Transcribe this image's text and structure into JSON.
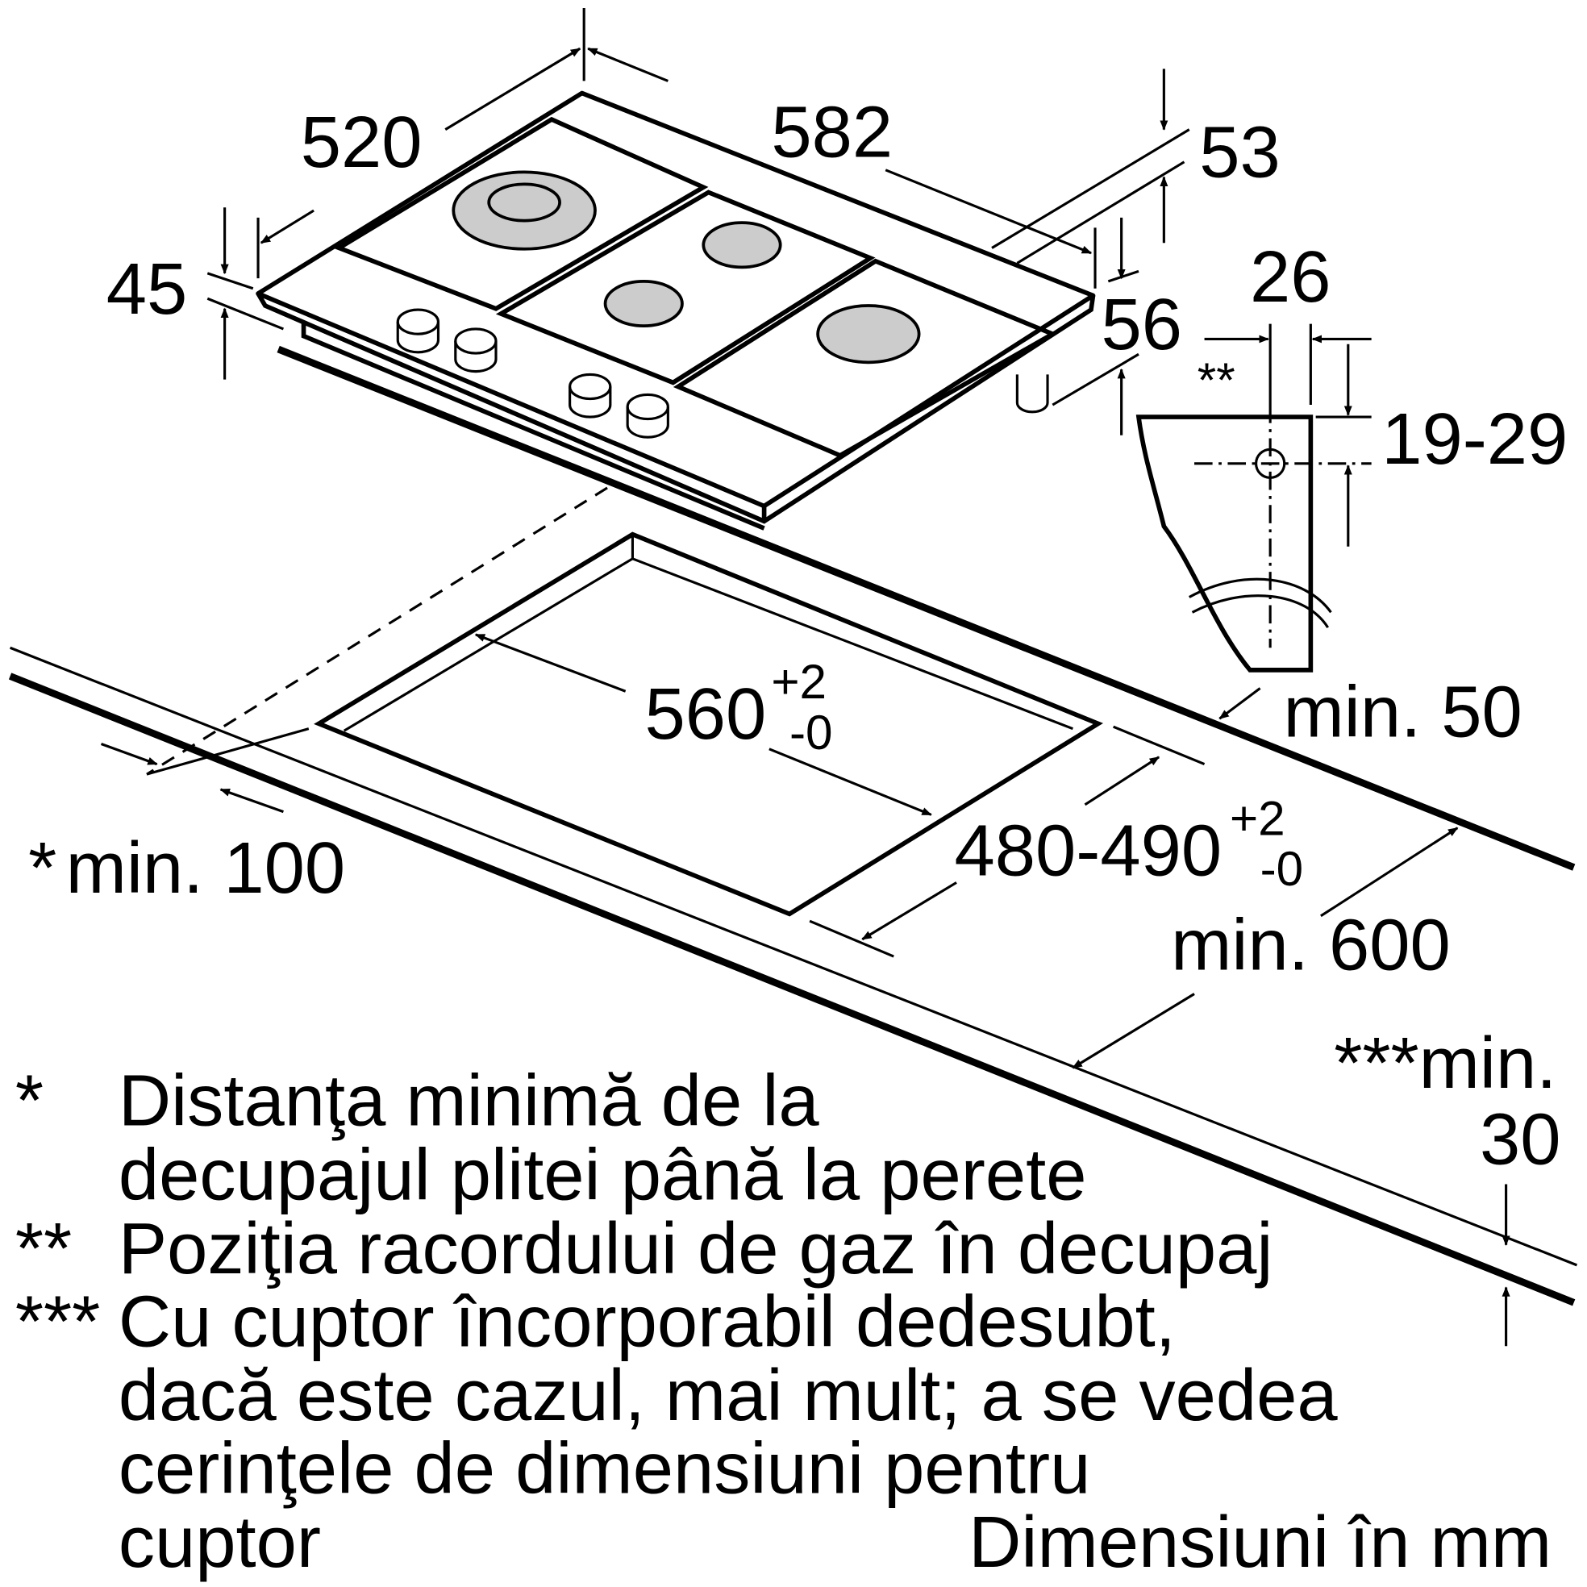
{
  "dimensions": {
    "depth": "520",
    "width": "582",
    "height_back": "53",
    "height_front": "45",
    "gas_offset_horizontal": "26",
    "height_total": "56",
    "gas_marker": "**",
    "gas_offset_vertical": "19-29",
    "cutout_width": "560",
    "cutout_width_tol_plus": "+2",
    "cutout_width_tol_minus": "-0",
    "wall_back": "min. 50",
    "wall_side_star": "*",
    "wall_side": "min. 100",
    "cutout_depth": "480-490",
    "cutout_depth_tol_plus": "+2",
    "cutout_depth_tol_minus": "-0",
    "worktop_depth": "min. 600",
    "worktop_thickness_stars": "***",
    "worktop_thickness_label": "min.",
    "worktop_thickness_value": "30"
  },
  "legend": [
    {
      "marker": "*",
      "lines": [
        "Distanţa minimă de la",
        "decupajul plitei până la perete"
      ]
    },
    {
      "marker": "**",
      "lines": [
        "Poziţia racordului de gaz în decupaj"
      ]
    },
    {
      "marker": "***",
      "lines": [
        "Cu cuptor încorporabil dedesubt,",
        "dacă este cazul, mai mult; a se vedea",
        "cerinţele de dimensiuni pentru",
        "cuptor"
      ]
    }
  ],
  "units_note": "Dimensiuni în mm"
}
